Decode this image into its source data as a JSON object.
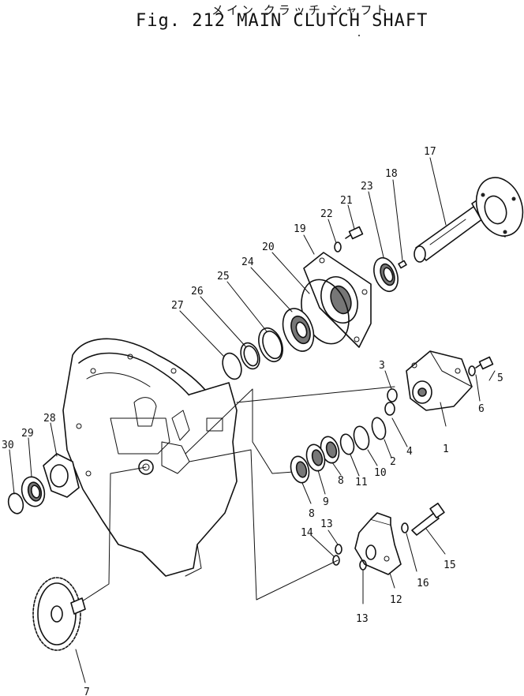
{
  "title_japanese": "メイン クラッチ シャフト",
  "title": "Fig. 212 MAIN CLUTCH SHAFT",
  "part_numbers": [
    "1",
    "2",
    "3",
    "4",
    "5",
    "6",
    "7",
    "8",
    "8",
    "9",
    "10",
    "11",
    "12",
    "13",
    "13",
    "14",
    "15",
    "16",
    "17",
    "18",
    "19",
    "20",
    "21",
    "22",
    "23",
    "24",
    "25",
    "26",
    "27",
    "28",
    "29",
    "30"
  ]
}
